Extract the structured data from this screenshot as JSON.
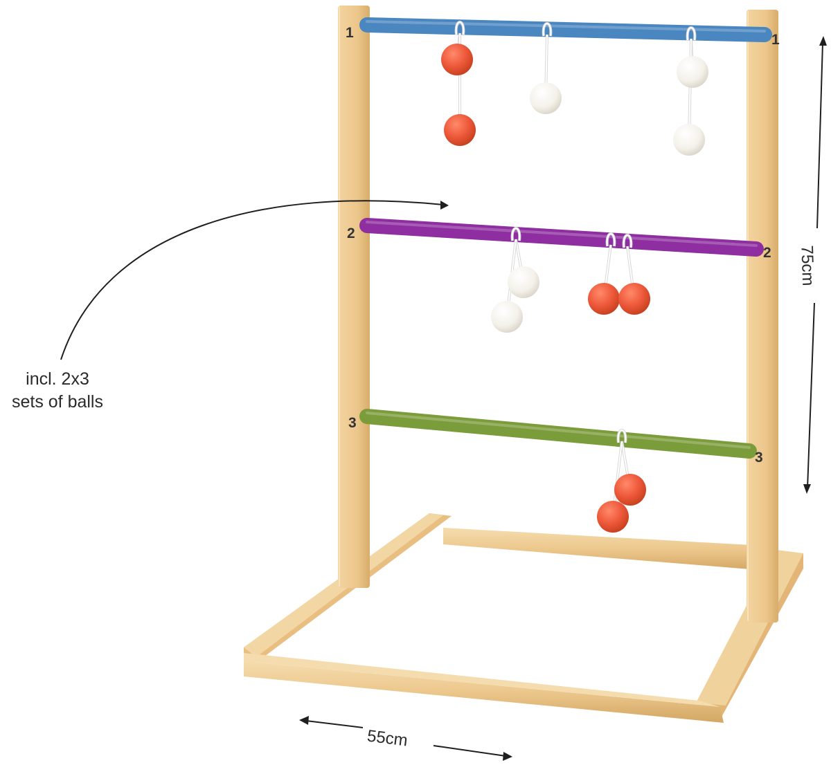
{
  "caption": {
    "line1": "incl. 2x3",
    "line2": "sets of balls"
  },
  "dimensions": {
    "width": "55cm",
    "height": "75cm"
  },
  "rungs": [
    {
      "number": "1",
      "color": "#4a86c0"
    },
    {
      "number": "2",
      "color": "#8e2ea0"
    },
    {
      "number": "3",
      "color": "#7b9c3a"
    }
  ],
  "colors": {
    "wood": "#ecc78c",
    "wood_shade": "#d8ac6a",
    "ball_red": "#ef5a3c",
    "ball_white": "#f7f5f0",
    "string": "#ffffff"
  }
}
